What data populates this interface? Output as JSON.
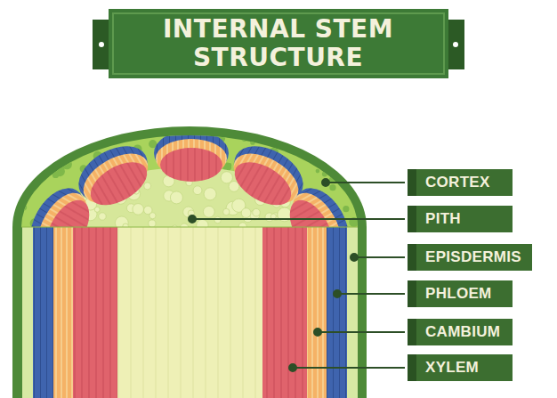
{
  "diagram": {
    "title": "INTERNAL STEM STRUCTURE",
    "nodes": [
      {
        "text": [
          "CORTEX"
        ]
      },
      {
        "text": [
          "PITH"
        ]
      },
      {
        "text": [
          "EPISDERMIS"
        ]
      },
      {
        "text": [
          "PHLOEM"
        ]
      },
      {
        "text": [
          "CAMBIUM"
        ]
      },
      {
        "text": [
          "XYLEM"
        ]
      }
    ]
  }
}
